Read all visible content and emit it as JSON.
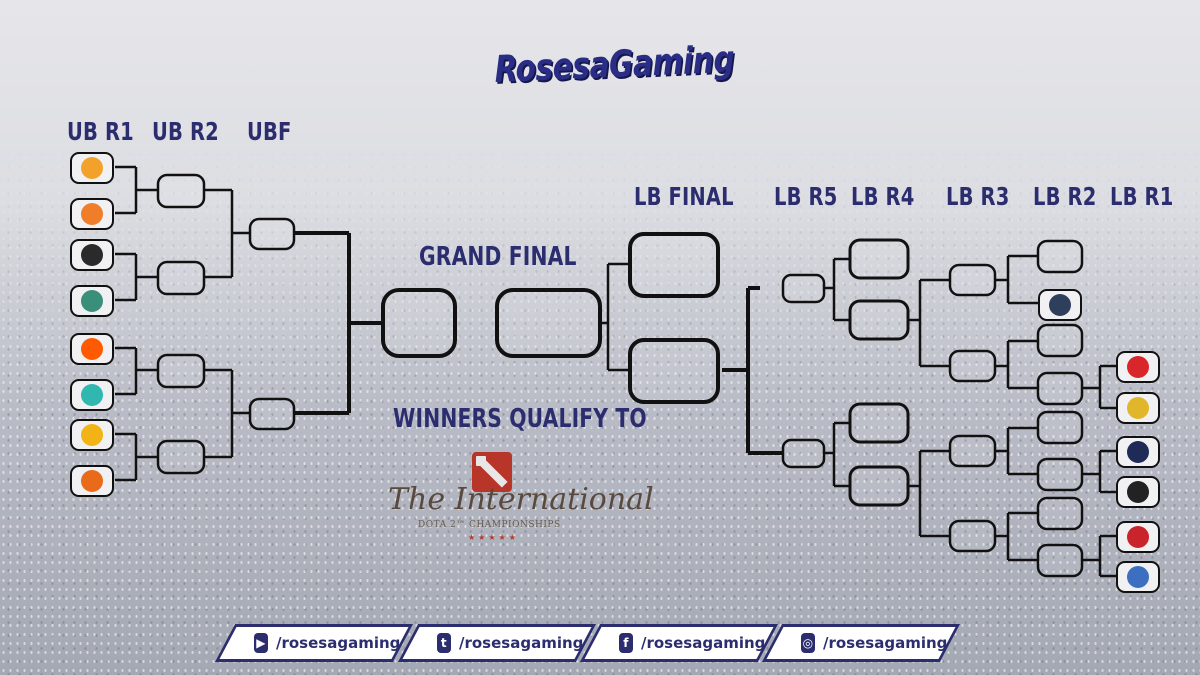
{
  "brand": {
    "logo_text": "RosesaGaming"
  },
  "columns": {
    "ub_r1": "UB R1",
    "ub_r2": "UB R2",
    "ubf": "UBF",
    "lb_final": "LB FINAL",
    "lb_r5": "LB R5",
    "lb_r4": "LB R4",
    "lb_r3": "LB R3",
    "lb_r2": "LB R2",
    "lb_r1": "LB R1"
  },
  "grand_final_label": "GRAND FINAL",
  "qualify": {
    "label": "WINNERS QUALIFY TO",
    "event_title": "The International",
    "event_subtitle": "DOTA 2™ CHAMPIONSHIPS",
    "stars": "★★★★★"
  },
  "teams": {
    "ub": [
      {
        "icon": "onemation-logo-icon",
        "color": "#f2a22a"
      },
      {
        "icon": "tigers-logo-icon",
        "color": "#f07d2a"
      },
      {
        "icon": "boom-logo-icon",
        "color": "#2a2a2a"
      },
      {
        "icon": "execration-logo-icon",
        "color": "#3a8f7a"
      },
      {
        "icon": "fnatic-logo-icon",
        "color": "#ff5a00"
      },
      {
        "icon": "geek-fam-logo-icon",
        "color": "#2fb7b0"
      },
      {
        "icon": "neon-logo-icon",
        "color": "#f2b316"
      },
      {
        "icon": "rrq-logo-icon",
        "color": "#e86a1a"
      }
    ],
    "lb": [
      {
        "icon": "lilgun-logo-icon",
        "color": "#2e3f5c"
      },
      {
        "icon": "red-gloves-logo-icon",
        "color": "#d8262b"
      },
      {
        "icon": "yellow-wing-logo-icon",
        "color": "#e2b62a"
      },
      {
        "icon": "owl-team-logo-icon",
        "color": "#1f2a56"
      },
      {
        "icon": "t-circle-logo-icon",
        "color": "#222222"
      },
      {
        "icon": "red-panther-logo-icon",
        "color": "#c9242b"
      },
      {
        "icon": "ex-team-logo-icon",
        "color": "#3d6fc0"
      }
    ]
  },
  "socials": [
    {
      "icon": "youtube-icon",
      "glyph": "▶",
      "handle": "/rosesagaming"
    },
    {
      "icon": "twitter-icon",
      "glyph": "t",
      "handle": "/rosesagaming"
    },
    {
      "icon": "facebook-icon",
      "glyph": "f",
      "handle": "/rosesagaming"
    },
    {
      "icon": "instagram-icon",
      "glyph": "◎",
      "handle": "/rosesagaming"
    }
  ],
  "colors": {
    "brand": "#2b2d6e",
    "line": "#111111"
  }
}
